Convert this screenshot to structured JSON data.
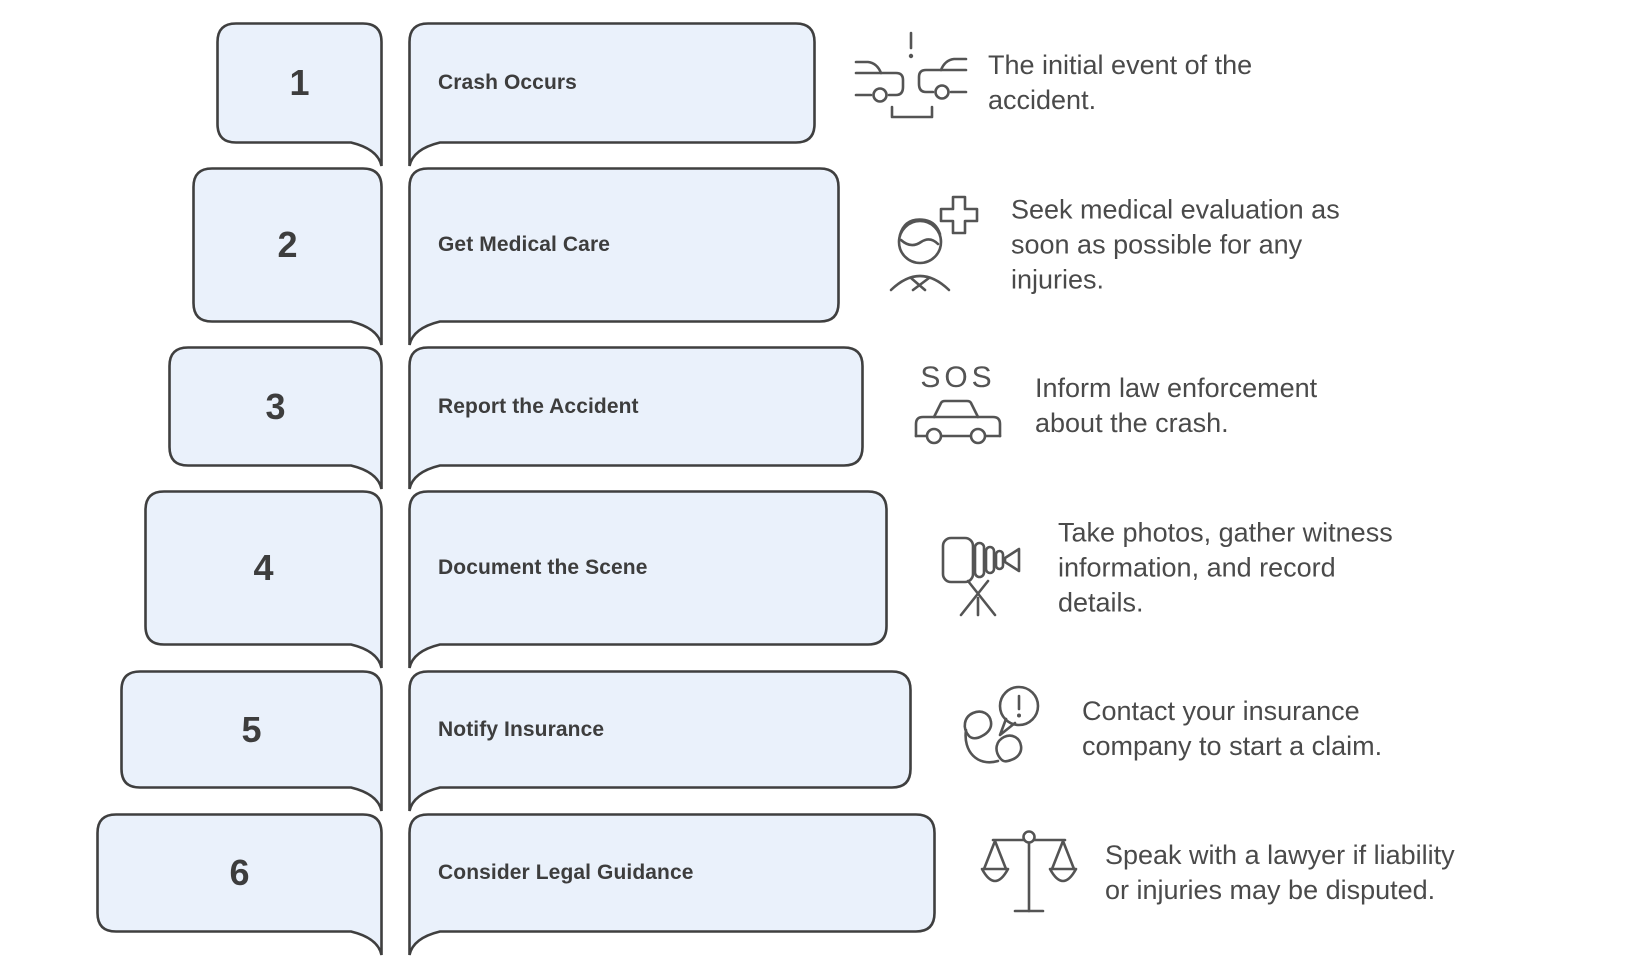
{
  "colors": {
    "bubble_fill": "#eaf1fb",
    "bubble_stroke": "#3f3f3f",
    "text_dark": "#3d3d3d",
    "text_desc": "#4a4a4a",
    "icon_stroke": "#545454"
  },
  "steps": [
    {
      "number": "1",
      "label": "Crash Occurs",
      "icon": "car-collision-icon",
      "description": "The initial event of the\naccident."
    },
    {
      "number": "2",
      "label": "Get Medical Care",
      "icon": "medical-care-icon",
      "description": "Seek medical evaluation as\nsoon as possible for any\ninjuries."
    },
    {
      "number": "3",
      "label": "Report the Accident",
      "icon": "sos-police-car-icon",
      "sos_text": "SOS",
      "description": "Inform law enforcement\nabout the crash."
    },
    {
      "number": "4",
      "label": "Document the Scene",
      "icon": "video-camera-icon",
      "description": "Take photos, gather witness\ninformation, and record\ndetails."
    },
    {
      "number": "5",
      "label": "Notify Insurance",
      "icon": "phone-alert-icon",
      "description": "Contact your insurance\ncompany to start a claim."
    },
    {
      "number": "6",
      "label": "Consider Legal Guidance",
      "icon": "scales-of-justice-icon",
      "description": "Speak with a lawyer if liability\nor injuries may be disputed."
    }
  ]
}
